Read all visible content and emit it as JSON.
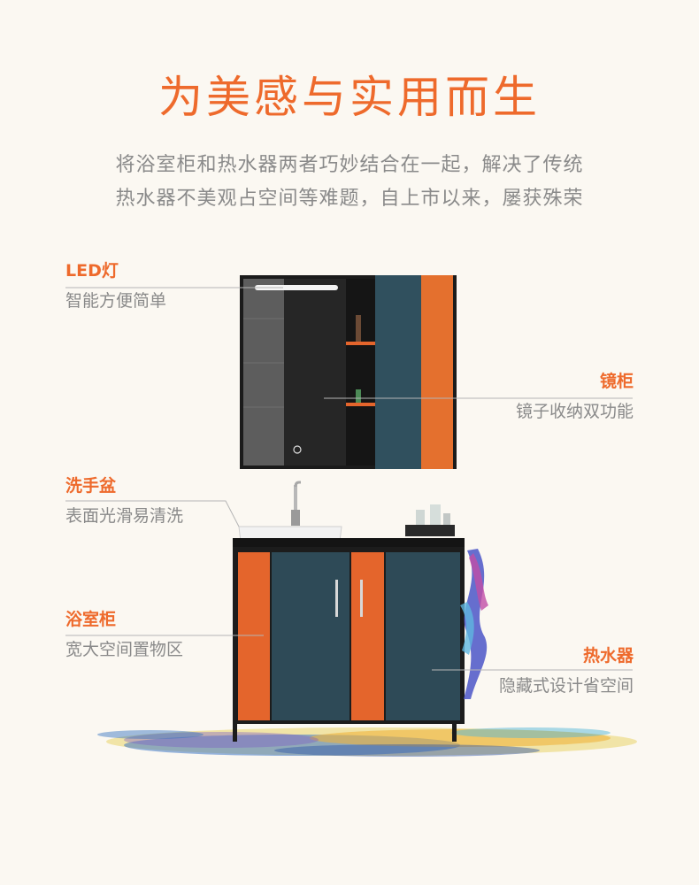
{
  "title": "为美感与实用而生",
  "intro": {
    "line1": "将浴室柜和热水器两者巧妙结合在一起，解决了传统",
    "line2": "热水器不美观占空间等难题，自上市以来，屡获殊荣"
  },
  "labels": {
    "led": {
      "title": "LED灯",
      "desc": "智能方便简单"
    },
    "mirror": {
      "title": "镜柜",
      "desc": "镜子收纳双功能"
    },
    "basin": {
      "title": "洗手盆",
      "desc": "表面光滑易清洗"
    },
    "cabinet": {
      "title": "浴室柜",
      "desc": "宽大空间置物区"
    },
    "heater": {
      "title": "热水器",
      "desc": "隐藏式设计省空间"
    }
  },
  "colors": {
    "accent": "#ee6a2c",
    "cabinet_teal": "#2e4a57",
    "cabinet_orange": "#e4652c",
    "frame_black": "#1c1c1c"
  }
}
